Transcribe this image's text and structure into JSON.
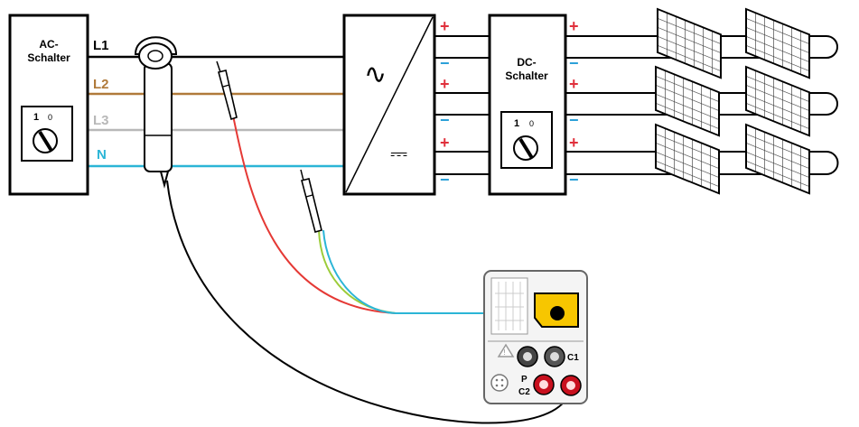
{
  "ac_switch": {
    "title_line1": "AC-",
    "title_line2": "Schalter",
    "dial_on": "1",
    "dial_off": "0"
  },
  "dc_switch": {
    "title_line1": "DC-",
    "title_line2": "Schalter",
    "dial_on": "1",
    "dial_off": "0"
  },
  "lines": [
    {
      "label": "L1",
      "color": "#000000"
    },
    {
      "label": "L2",
      "color": "#b07a3a"
    },
    {
      "label": "L3",
      "color": "#b8b8b8"
    },
    {
      "label": "N",
      "color": "#2bb5d6"
    }
  ],
  "inverter": {
    "ac_symbol": "∿",
    "dc_symbol": "⎓"
  },
  "polarity": {
    "plus": "+",
    "minus": "−",
    "plus_color": "#e0303c",
    "minus_color": "#2aa0d8"
  },
  "wires": {
    "red": "#e53935",
    "green": "#9ccc3a",
    "cyan": "#2bb5d6",
    "black": "#000000"
  },
  "meter": {
    "terminal_c1": "C1",
    "terminal_p": "P",
    "terminal_c2": "C2",
    "socket_color": "#f7c600",
    "red_terminal": "#c8101e"
  }
}
